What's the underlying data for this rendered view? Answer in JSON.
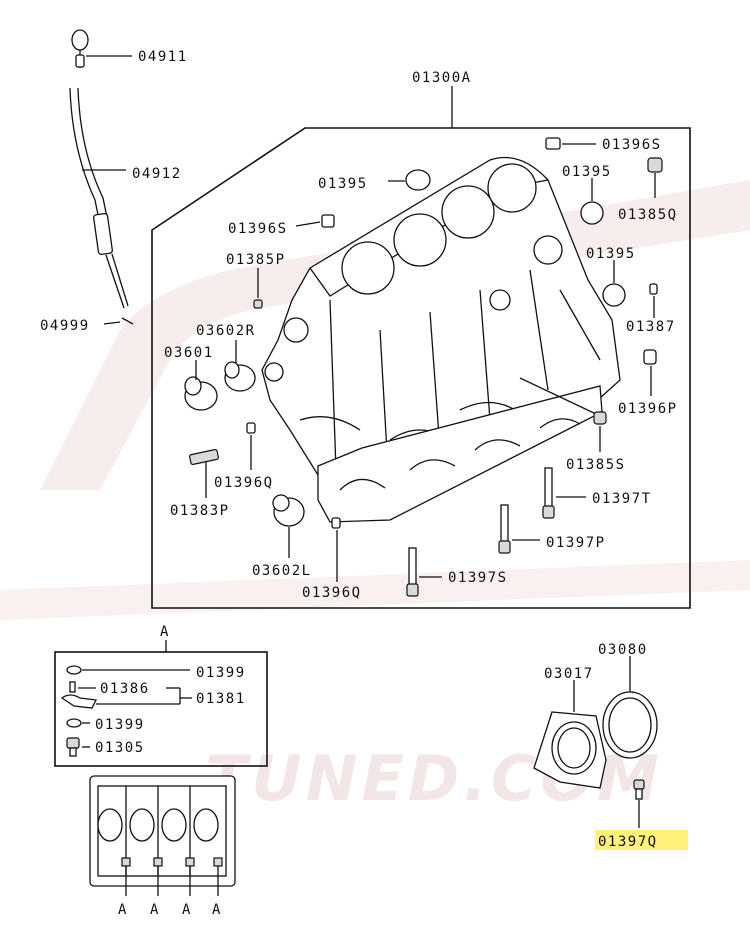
{
  "diagram": {
    "watermark": "TUNED.COM",
    "callouts": {
      "p04911": "04911",
      "p04912": "04912",
      "p04999": "04999",
      "p01300A": "01300A",
      "p01396S_top": "01396S",
      "p01395_a": "01395",
      "p01395_b": "01395",
      "p01385Q": "01385Q",
      "p01396S_left": "01396S",
      "p01395_c": "01395",
      "p01385P": "01385P",
      "p03602R": "03602R",
      "p03601": "03601",
      "p01387": "01387",
      "p01396P": "01396P",
      "p01385S": "01385S",
      "p01396Q_a": "01396Q",
      "p01383P": "01383P",
      "p01397T": "01397T",
      "p01397P": "01397P",
      "p03602L": "03602L",
      "p01397S": "01397S",
      "p01396Q_b": "01396Q",
      "detail_A": "A",
      "p01399_a": "01399",
      "p01386": "01386",
      "p01381": "01381",
      "p01399_b": "01399",
      "p01305": "01305",
      "p03080": "03080",
      "p03017": "03017",
      "p01397Q": "01397Q",
      "bottom_A1": "A",
      "bottom_A2": "A",
      "bottom_A3": "A",
      "bottom_A4": "A"
    },
    "highlight_color": "#fff27a",
    "highlighted_part": "01397Q"
  }
}
